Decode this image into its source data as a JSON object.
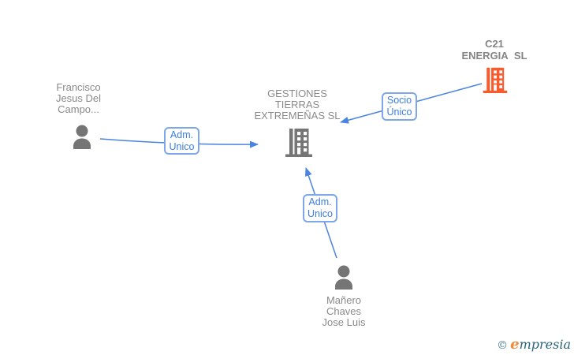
{
  "diagram": {
    "nodes": {
      "francisco": {
        "type": "person",
        "lines": [
          "Francisco",
          "Jesus Del",
          "Campo..."
        ]
      },
      "gestiones": {
        "type": "company",
        "lines": [
          "GESTIONES",
          "TIERRAS",
          "EXTREMEÑAS SL"
        ]
      },
      "c21": {
        "type": "company",
        "lines": [
          "C21",
          "ENERGIA  SL"
        ]
      },
      "manero": {
        "type": "person",
        "lines": [
          "Mañero",
          "Chaves",
          "Jose Luis"
        ]
      }
    },
    "edges": [
      {
        "from": "francisco",
        "to": "gestiones",
        "label": [
          "Adm.",
          "Unico"
        ]
      },
      {
        "from": "c21",
        "to": "gestiones",
        "label": [
          "Socio",
          "Único"
        ]
      },
      {
        "from": "manero",
        "to": "gestiones",
        "label": [
          "Adm.",
          "Unico"
        ]
      }
    ]
  },
  "logo": {
    "copyright": "©",
    "brand_first": "e",
    "brand_rest": "mpresia"
  },
  "colors": {
    "edge_blue": "#4a84e0",
    "label_blue": "#3c7de0",
    "label_border": "#7da7e8",
    "icon_gray": "#757575",
    "text_gray": "#8a8a8a",
    "text_gray_bold": "#848484",
    "company_orange": "#fa5b2d",
    "logo_orange": "#f08a3c",
    "logo_teal": "#2a6379",
    "logo_teal_light": "#4a7a8c"
  }
}
